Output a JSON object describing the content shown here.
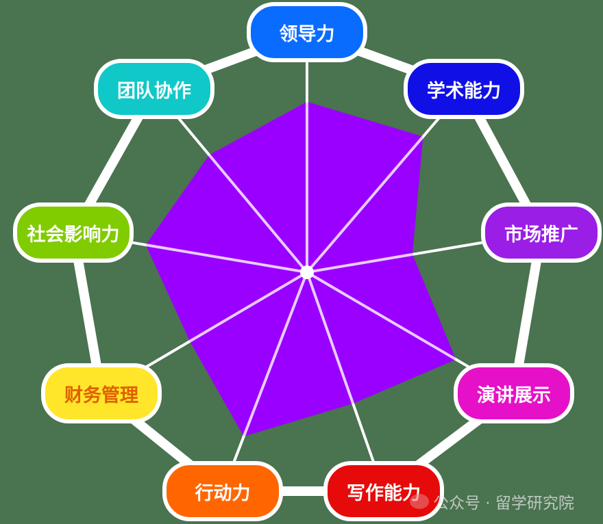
{
  "chart_data": {
    "type": "radar",
    "axes": [
      {
        "label": "领导力",
        "value": 0.71,
        "color": "#0a6cff",
        "text_color": "#ffffff"
      },
      {
        "label": "学术能力",
        "value": 0.74,
        "color": "#1010e6",
        "text_color": "#ffffff"
      },
      {
        "label": "市场推广",
        "value": 0.45,
        "color": "#9a1ee6",
        "text_color": "#ffffff"
      },
      {
        "label": "演讲展示",
        "value": 0.72,
        "color": "#e610c8",
        "text_color": "#ffffff"
      },
      {
        "label": "写作能力",
        "value": 0.6,
        "color": "#e60a0a",
        "text_color": "#ffffff"
      },
      {
        "label": "行动力",
        "value": 0.75,
        "color": "#ff6600",
        "text_color": "#ffffff"
      },
      {
        "label": "财务管理",
        "value": 0.57,
        "color": "#ffe62a",
        "text_color": "#e06000"
      },
      {
        "label": "社会影响力",
        "value": 0.69,
        "color": "#80cc00",
        "text_color": "#ffffff"
      },
      {
        "label": "团队协作",
        "value": 0.64,
        "color": "#10c8c8",
        "text_color": "#ffffff"
      }
    ],
    "fill_color": "#9900ff",
    "range": [
      0,
      1
    ]
  },
  "watermark": "公众号 · 留学研究院"
}
